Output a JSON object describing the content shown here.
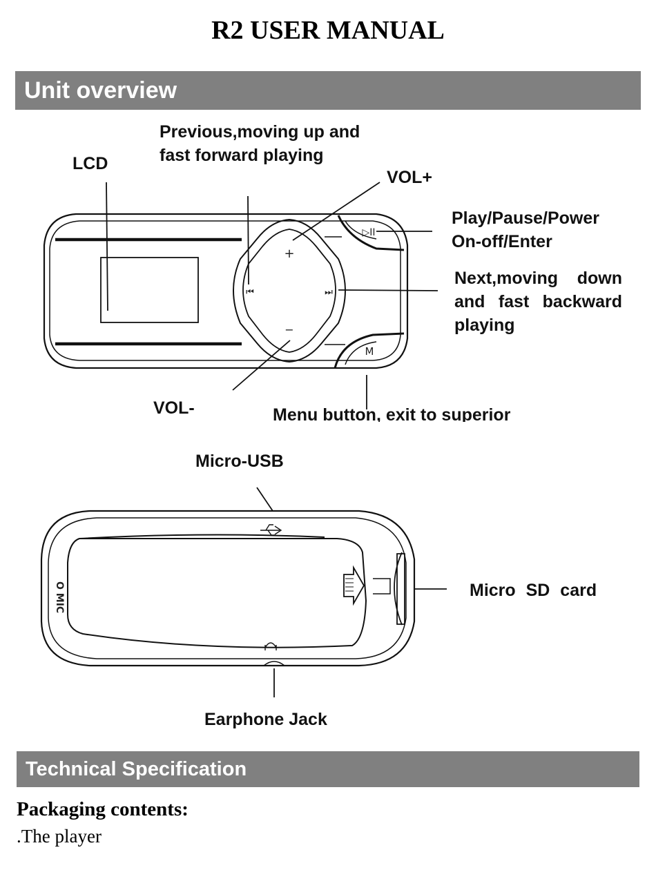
{
  "doc": {
    "title": "R2 USER MANUAL"
  },
  "sections": {
    "overview": "Unit overview",
    "spec": "Technical Specification"
  },
  "front_labels": {
    "previous_line1": "Previous,moving up and",
    "previous_line2": "fast forward playing",
    "lcd": "LCD",
    "vol_plus": "VOL+",
    "play_line1": "Play/Pause/Power",
    "play_line2": "On-off/Enter",
    "next_line1": "Next,moving down",
    "next_line2": "and fast backward",
    "next_line3": "playing",
    "vol_minus": "VOL-",
    "menu": "Menu button, exit to superior"
  },
  "device_marks": {
    "plus": "+",
    "minus": "−",
    "prev": "⏮",
    "next": "⏭",
    "play": "▷II",
    "menu": "M",
    "mic": "O MIC"
  },
  "back_labels": {
    "micro_usb": "Micro-USB",
    "micro_sd": "Micro SD card",
    "earphone": "Earphone Jack"
  },
  "packaging": {
    "heading": "Packaging contents:",
    "item1": ".The player"
  },
  "icons": [
    "usb-icon",
    "headphone-icon",
    "sd-card-icon"
  ]
}
